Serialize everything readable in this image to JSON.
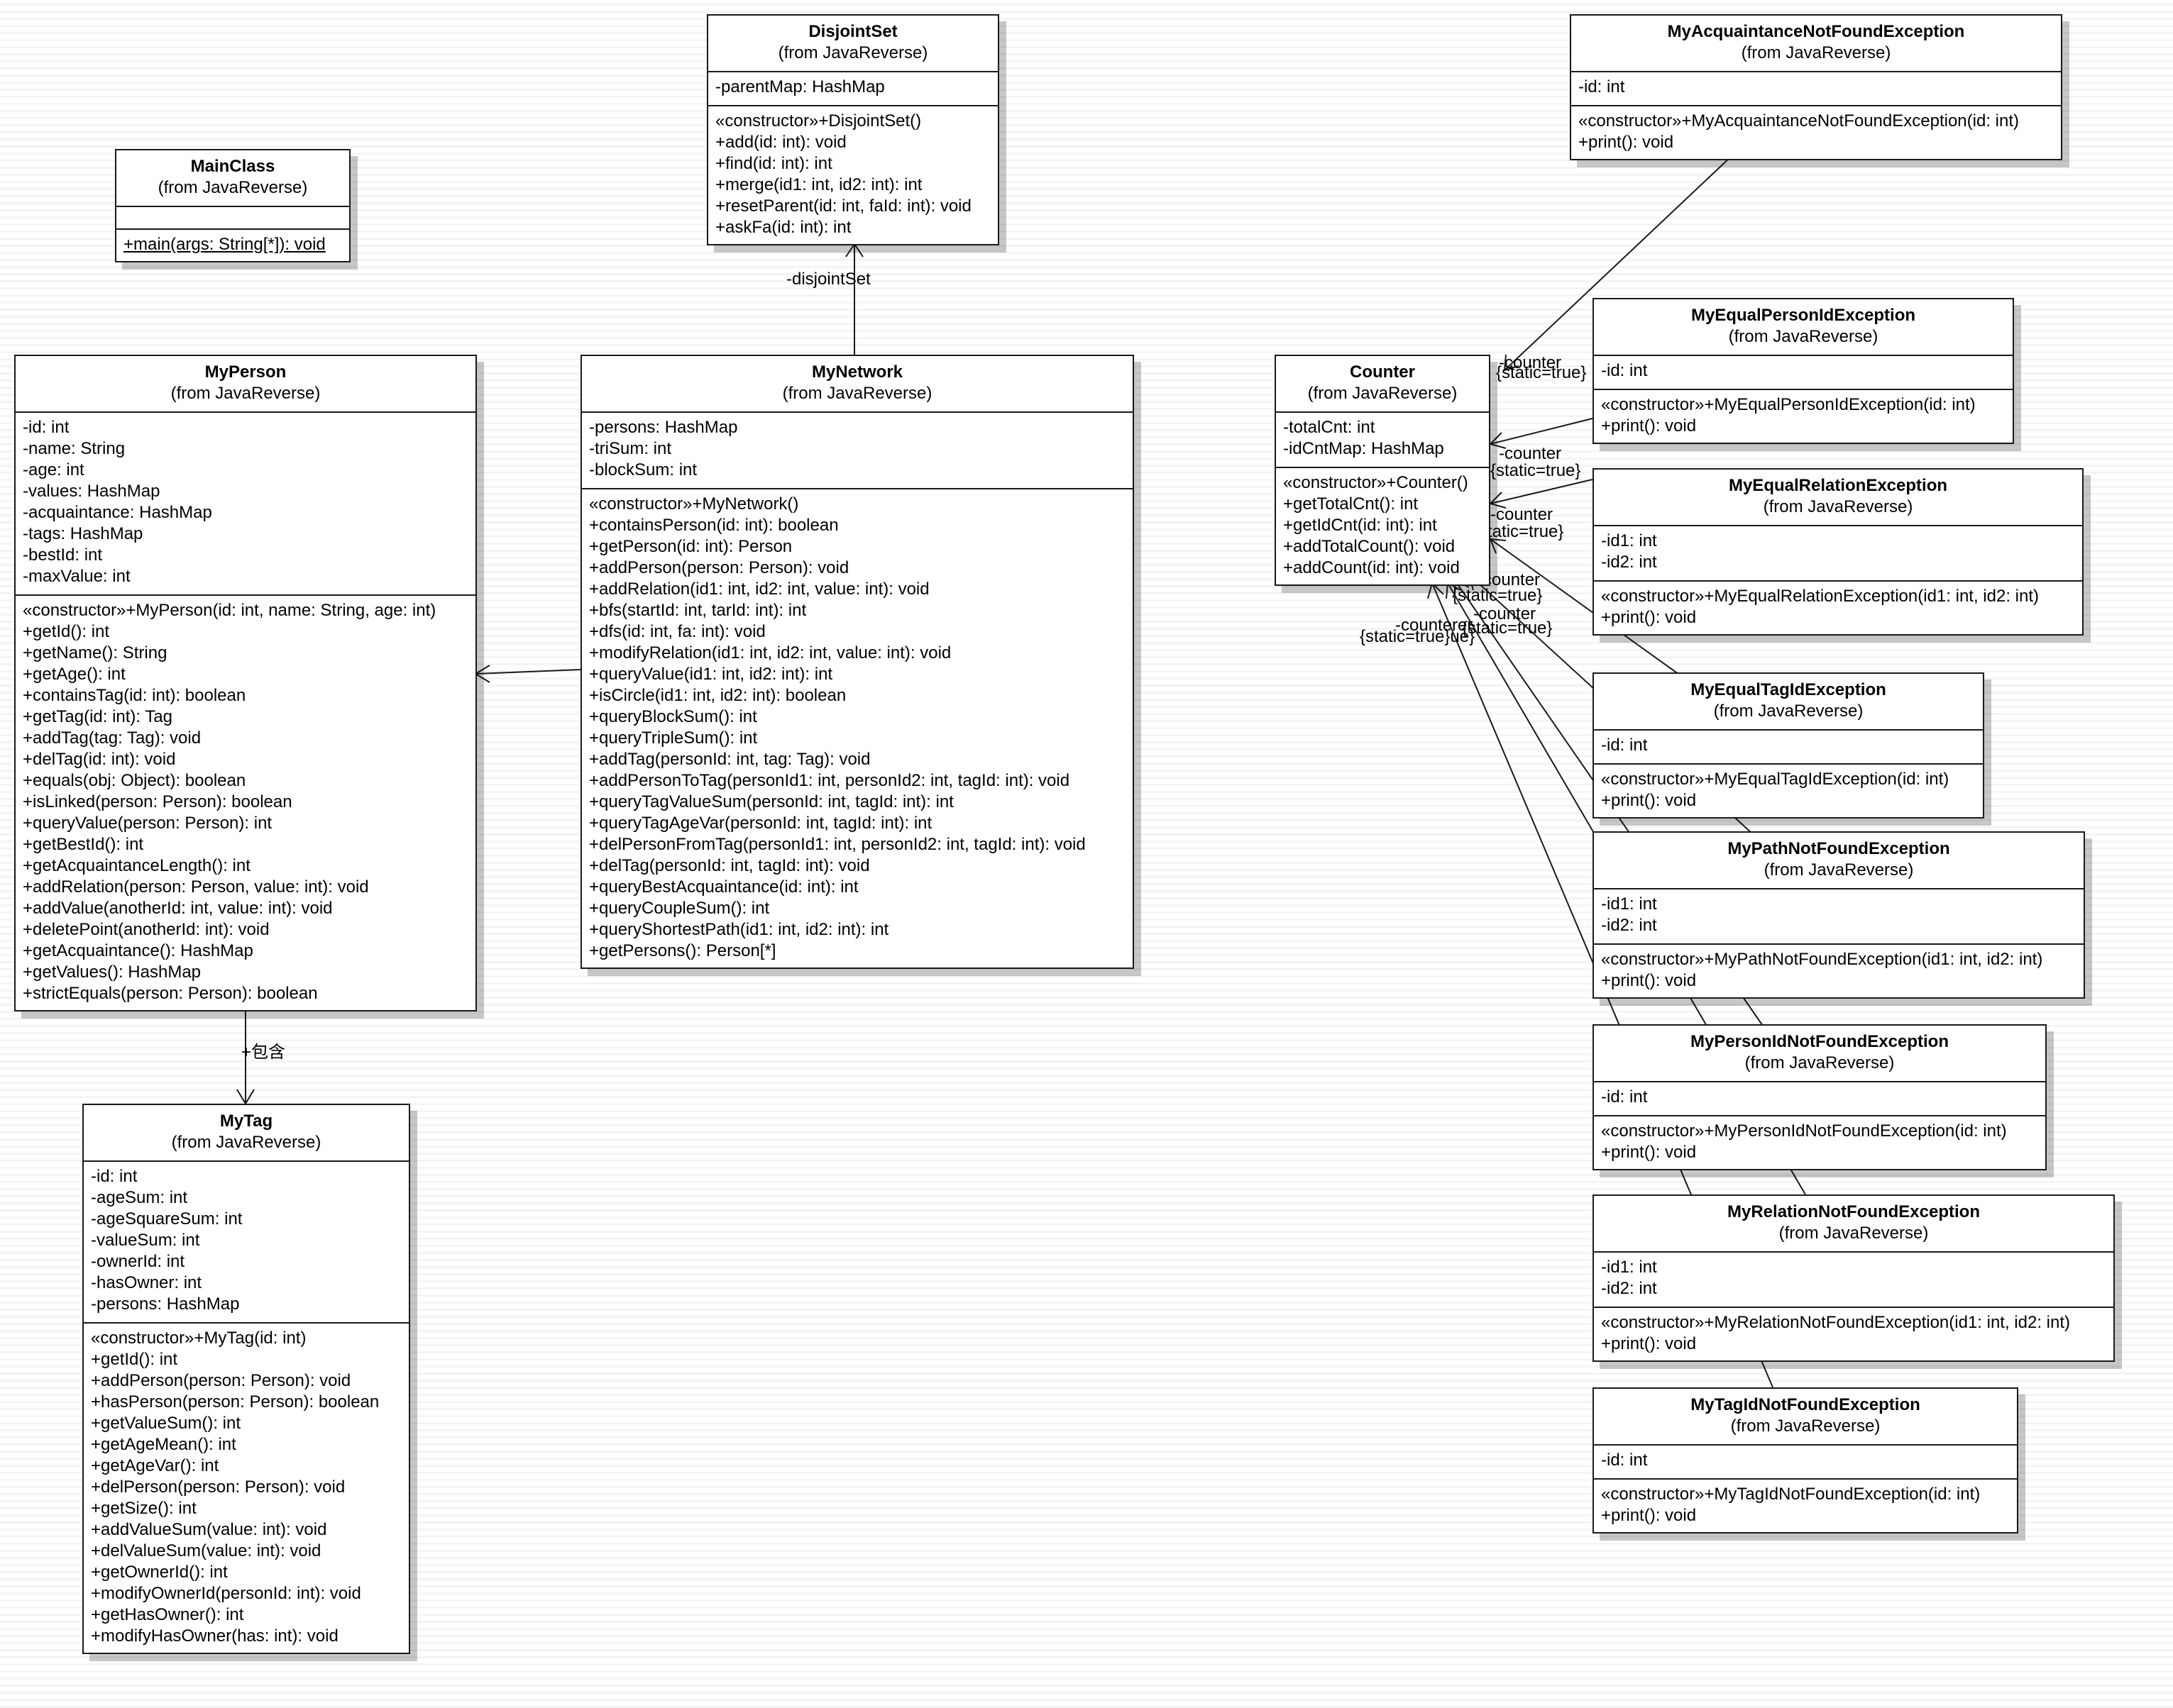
{
  "classes": {
    "disjointset": {
      "name": "DisjointSet",
      "source": "(from JavaReverse)",
      "attributes": [
        "-parentMap: HashMap"
      ],
      "operations": [
        "«constructor»+DisjointSet()",
        "+add(id: int): void",
        "+find(id: int): int",
        "+merge(id1: int, id2: int): int",
        "+resetParent(id: int, faId: int): void",
        "+askFa(id: int): int"
      ]
    },
    "mainclass": {
      "name": "MainClass",
      "source": "(from JavaReverse)",
      "attributes": [],
      "operations": [
        "+main(args: String[*]): void"
      ]
    },
    "myperson": {
      "name": "MyPerson",
      "source": "(from JavaReverse)",
      "attributes": [
        "-id: int",
        "-name: String",
        "-age: int",
        "-values: HashMap",
        "-acquaintance: HashMap",
        "-tags: HashMap",
        "-bestId: int",
        "-maxValue: int"
      ],
      "operations": [
        "«constructor»+MyPerson(id: int, name: String, age: int)",
        "+getId(): int",
        "+getName(): String",
        "+getAge(): int",
        "+containsTag(id: int): boolean",
        "+getTag(id: int): Tag",
        "+addTag(tag: Tag): void",
        "+delTag(id: int): void",
        "+equals(obj: Object): boolean",
        "+isLinked(person: Person): boolean",
        "+queryValue(person: Person): int",
        "+getBestId(): int",
        "+getAcquaintanceLength(): int",
        "+addRelation(person: Person, value: int): void",
        "+addValue(anotherId: int, value: int): void",
        "+deletePoint(anotherId: int): void",
        "+getAcquaintance(): HashMap",
        "+getValues(): HashMap",
        "+strictEquals(person: Person): boolean"
      ]
    },
    "mynetwork": {
      "name": "MyNetwork",
      "source": "(from JavaReverse)",
      "attributes": [
        "-persons: HashMap",
        "-triSum: int",
        "-blockSum: int"
      ],
      "operations": [
        "«constructor»+MyNetwork()",
        "+containsPerson(id: int): boolean",
        "+getPerson(id: int): Person",
        "+addPerson(person: Person): void",
        "+addRelation(id1: int, id2: int, value: int): void",
        "+bfs(startId: int, tarId: int): int",
        "+dfs(id: int, fa: int): void",
        "+modifyRelation(id1: int, id2: int, value: int): void",
        "+queryValue(id1: int, id2: int): int",
        "+isCircle(id1: int, id2: int): boolean",
        "+queryBlockSum(): int",
        "+queryTripleSum(): int",
        "+addTag(personId: int, tag: Tag): void",
        "+addPersonToTag(personId1: int, personId2: int, tagId: int): void",
        "+queryTagValueSum(personId: int, tagId: int): int",
        "+queryTagAgeVar(personId: int, tagId: int): int",
        "+delPersonFromTag(personId1: int, personId2: int, tagId: int): void",
        "+delTag(personId: int, tagId: int): void",
        "+queryBestAcquaintance(id: int): int",
        "+queryCoupleSum(): int",
        "+queryShortestPath(id1: int, id2: int): int",
        "+getPersons(): Person[*]"
      ]
    },
    "counter": {
      "name": "Counter",
      "source": "(from JavaReverse)",
      "attributes": [
        "-totalCnt: int",
        "-idCntMap: HashMap"
      ],
      "operations": [
        "«constructor»+Counter()",
        "+getTotalCnt(): int",
        "+getIdCnt(id: int): int",
        "+addTotalCount(): void",
        "+addCount(id: int): void"
      ]
    },
    "mytag": {
      "name": "MyTag",
      "source": "(from JavaReverse)",
      "attributes": [
        "-id: int",
        "-ageSum: int",
        "-ageSquareSum: int",
        "-valueSum: int",
        "-ownerId: int",
        "-hasOwner: int",
        "-persons: HashMap"
      ],
      "operations": [
        "«constructor»+MyTag(id: int)",
        "+getId(): int",
        "+addPerson(person: Person): void",
        "+hasPerson(person: Person): boolean",
        "+getValueSum(): int",
        "+getAgeMean(): int",
        "+getAgeVar(): int",
        "+delPerson(person: Person): void",
        "+getSize(): int",
        "+addValueSum(value: int): void",
        "+delValueSum(value: int): void",
        "+getOwnerId(): int",
        "+modifyOwnerId(personId: int): void",
        "+getHasOwner(): int",
        "+modifyHasOwner(has: int): void"
      ]
    },
    "acq": {
      "name": "MyAcquaintanceNotFoundException",
      "source": "(from JavaReverse)",
      "attributes": [
        "-id: int"
      ],
      "operations": [
        "«constructor»+MyAcquaintanceNotFoundException(id: int)",
        "+print(): void"
      ]
    },
    "eqpid": {
      "name": "MyEqualPersonIdException",
      "source": "(from JavaReverse)",
      "attributes": [
        "-id: int"
      ],
      "operations": [
        "«constructor»+MyEqualPersonIdException(id: int)",
        "+print(): void"
      ]
    },
    "eqrel": {
      "name": "MyEqualRelationException",
      "source": "(from JavaReverse)",
      "attributes": [
        "-id1: int",
        "-id2: int"
      ],
      "operations": [
        "«constructor»+MyEqualRelationException(id1: int, id2: int)",
        "+print(): void"
      ]
    },
    "eqtag": {
      "name": "MyEqualTagIdException",
      "source": "(from JavaReverse)",
      "attributes": [
        "-id: int"
      ],
      "operations": [
        "«constructor»+MyEqualTagIdException(id: int)",
        "+print(): void"
      ]
    },
    "path": {
      "name": "MyPathNotFoundException",
      "source": "(from JavaReverse)",
      "attributes": [
        "-id1: int",
        "-id2: int"
      ],
      "operations": [
        "«constructor»+MyPathNotFoundException(id1: int, id2: int)",
        "+print(): void"
      ]
    },
    "pid": {
      "name": "MyPersonIdNotFoundException",
      "source": "(from JavaReverse)",
      "attributes": [
        "-id: int"
      ],
      "operations": [
        "«constructor»+MyPersonIdNotFoundException(id: int)",
        "+print(): void"
      ]
    },
    "rel": {
      "name": "MyRelationNotFoundException",
      "source": "(from JavaReverse)",
      "attributes": [
        "-id1: int",
        "-id2: int"
      ],
      "operations": [
        "«constructor»+MyRelationNotFoundException(id1: int, id2: int)",
        "+print(): void"
      ]
    },
    "tagnf": {
      "name": "MyTagIdNotFoundException",
      "source": "(from JavaReverse)",
      "attributes": [
        "-id: int"
      ],
      "operations": [
        "«constructor»+MyTagIdNotFoundException(id: int)",
        "+print(): void"
      ]
    }
  },
  "edge_labels": {
    "disjointset": "-disjointSet",
    "contains": "+包含",
    "counter_role": "-counter",
    "counter_static": "{static=true}",
    "counter_overlap_1": "-counterer",
    "counter_overlap_2": "{static=true}",
    "counter_overlap_3": "{static=true}ue}"
  }
}
